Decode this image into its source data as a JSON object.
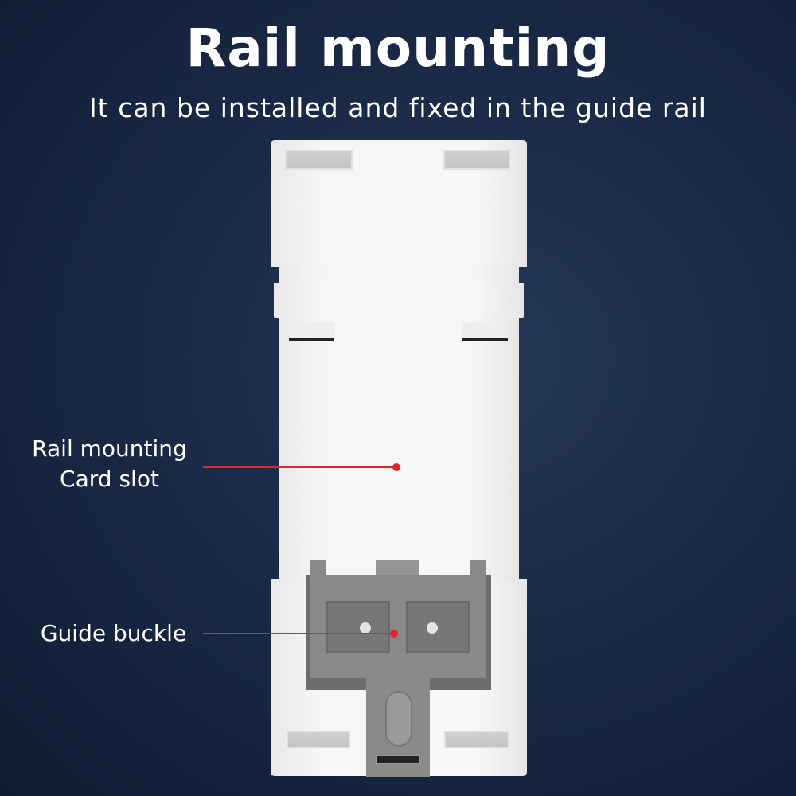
{
  "header": {
    "title": "Rail mounting",
    "subtitle": "It can be installed and fixed in the guide rail"
  },
  "callouts": [
    {
      "lines": [
        "Rail mounting",
        "Card slot"
      ]
    },
    {
      "lines": [
        "Guide buckle"
      ]
    }
  ],
  "colors": {
    "background": "#1a2a47",
    "callout": "#e0262b",
    "body": "#f5f5f5",
    "buckle": "#8a8a8a"
  }
}
